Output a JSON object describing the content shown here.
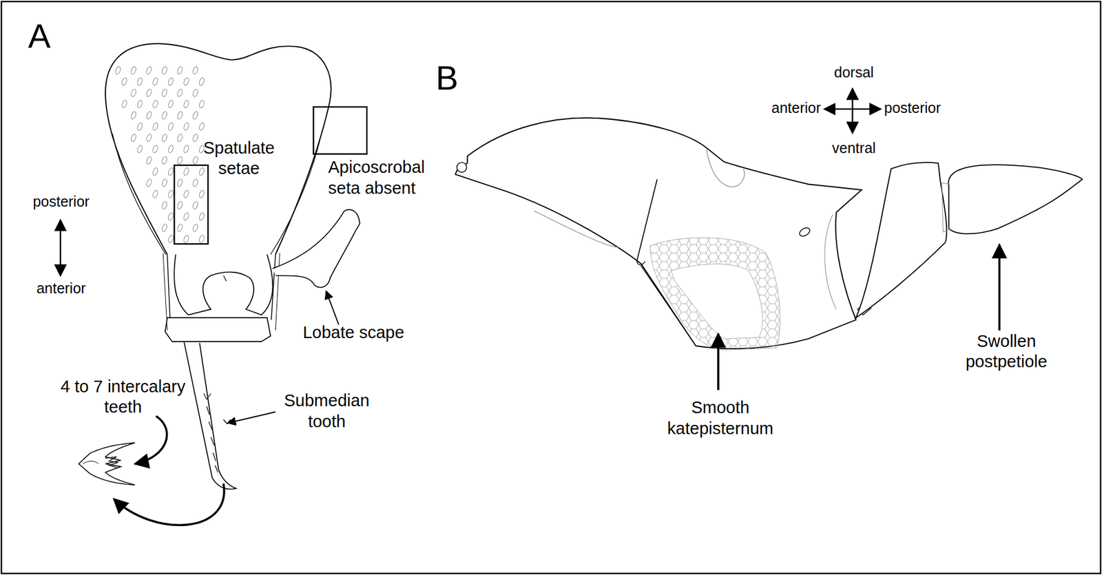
{
  "diagram": {
    "labels": [
      "A",
      "posterior",
      "anterior",
      "Spatulate setae",
      "Apicoscrobal seta absent",
      "Lobate scape",
      "4 to 7 intercalary teeth",
      "Submedian tooth",
      "B",
      "dorsal",
      "anterior",
      "posterior",
      "ventral",
      "Smooth katepisternum",
      "Swollen postpetiole"
    ]
  }
}
